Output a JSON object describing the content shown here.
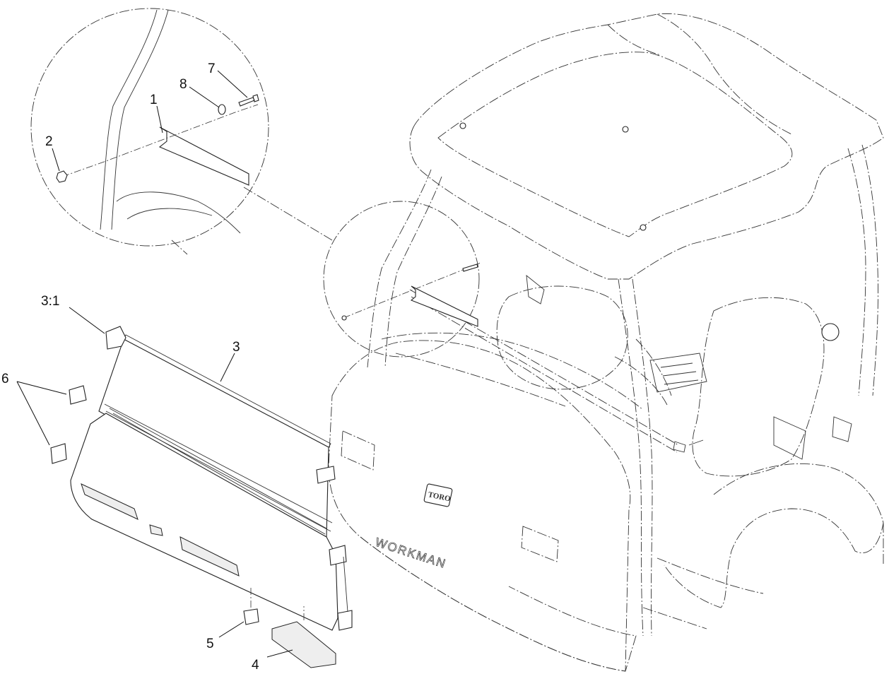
{
  "diagram": {
    "callouts": [
      {
        "id": "1",
        "label": "1"
      },
      {
        "id": "2",
        "label": "2"
      },
      {
        "id": "3",
        "label": "3"
      },
      {
        "id": "3:1",
        "label": "3:1"
      },
      {
        "id": "4",
        "label": "4"
      },
      {
        "id": "5",
        "label": "5"
      },
      {
        "id": "6",
        "label": "6"
      },
      {
        "id": "7",
        "label": "7"
      },
      {
        "id": "8",
        "label": "8"
      }
    ],
    "vehicle_markings": {
      "brand_badge": "TORO",
      "model_name": "WORKMAN"
    }
  }
}
